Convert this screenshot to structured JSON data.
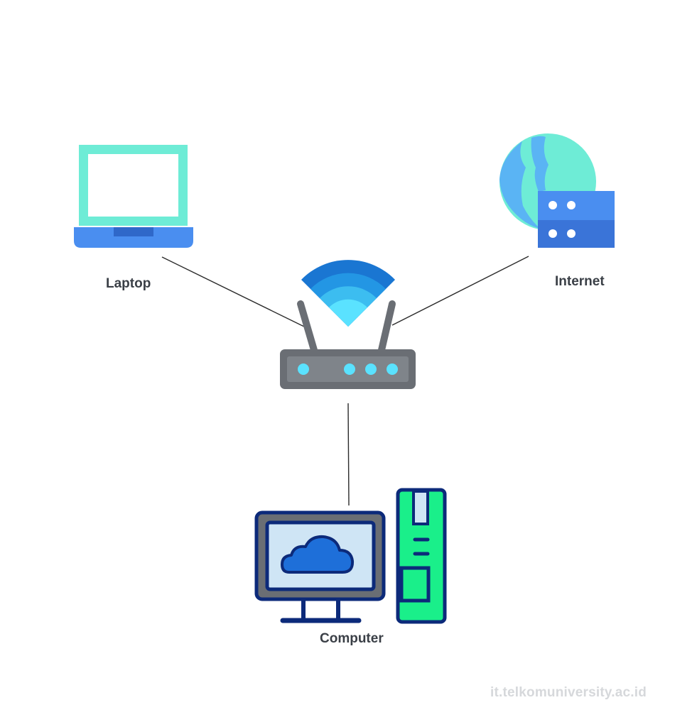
{
  "nodes": {
    "laptop": {
      "label": "Laptop",
      "icon": "laptop-icon"
    },
    "internet": {
      "label": "Internet",
      "icon": "globe-server-icon"
    },
    "router": {
      "icon": "wifi-router-icon"
    },
    "computer": {
      "label": "Computer",
      "icon": "desktop-computer-icon"
    }
  },
  "connections": [
    {
      "from": "laptop",
      "to": "router"
    },
    {
      "from": "internet",
      "to": "router"
    },
    {
      "from": "router",
      "to": "computer"
    }
  ],
  "watermark": "it.telkomuniversity.ac.id",
  "colors": {
    "laptop_screen": "#6eecd6",
    "laptop_base": "#4a8ef0",
    "globe_land": "#6eecd6",
    "globe_water": "#5ab4f4",
    "server": "#4a8ef0",
    "wifi_outer": "#1a76d2",
    "wifi_inner": "#5ae2ff",
    "router_body": "#6a6e74",
    "router_led": "#5ae2ff",
    "monitor_frame": "#0c2a7a",
    "cloud": "#1e6fd9",
    "tower": "#1aef8a",
    "line": "#2b2b2b"
  }
}
